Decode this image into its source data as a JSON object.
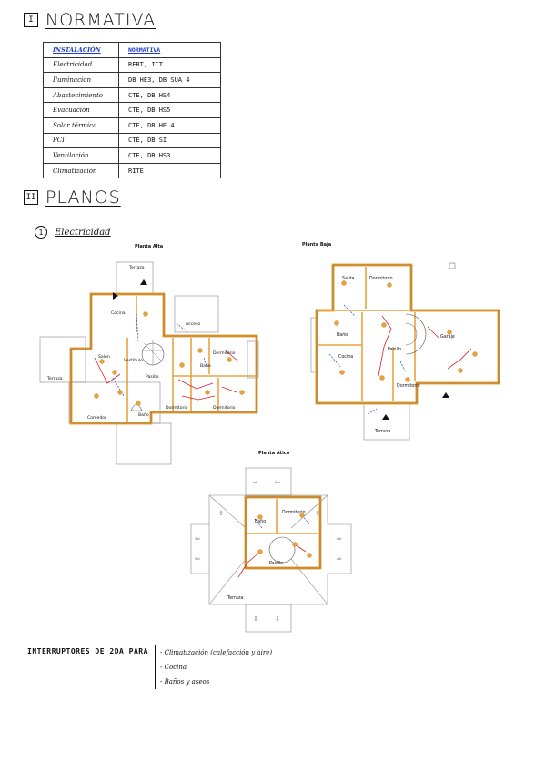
{
  "section1": {
    "numeral": "I",
    "title": "NORMATIVA"
  },
  "table": {
    "headers": [
      "INSTALACIÓN",
      "NORMATIVA"
    ],
    "rows": [
      [
        "Electricidad",
        "REBT, ICT"
      ],
      [
        "Iluminación",
        "DB HE3, DB SUA 4"
      ],
      [
        "Abastecimiento",
        "CTE, DB HS4"
      ],
      [
        "Evacuación",
        "CTE, DB HS5"
      ],
      [
        "Solar térmica",
        "CTE, DB HE 4"
      ],
      [
        "PCI",
        "CTE, DB SI"
      ],
      [
        "Ventilación",
        "CTE, DB HS3"
      ],
      [
        "Climatización",
        "RITE"
      ]
    ]
  },
  "section2": {
    "numeral": "II",
    "title": "PLANOS"
  },
  "subsection": {
    "number": "1",
    "title": "Electricidad"
  },
  "plans": {
    "alta": {
      "title": "Planta Alta",
      "rooms": [
        "Terraza",
        "Cocina",
        "Acceso",
        "Salón",
        "Vestíbulo",
        "Dormitorio",
        "Baño",
        "Pasillo",
        "Terraza",
        "Comedor",
        "Baño",
        "Dormitorio",
        "Dormitorio"
      ]
    },
    "baja": {
      "title": "Planta Baja",
      "rooms": [
        "Salita",
        "Dormitorio",
        "Baño",
        "Pasillo",
        "Garaje",
        "Cocina",
        "Dormitorio",
        "Terraza"
      ]
    },
    "atico": {
      "title": "Planta Ático",
      "rooms": [
        "Baño",
        "Dormitorio",
        "Pasillo",
        "Terraza"
      ]
    }
  },
  "notes": {
    "label": "INTERRUPTORES DE 2DA PARA",
    "items": [
      "- Climatización (calefacción y aire)",
      "- Cocina",
      "- Baños y aseos"
    ]
  },
  "colors": {
    "wall": "#e8a33d",
    "circuit_red": "#d8202a",
    "circuit_blue": "#2d5bd8",
    "header_text": "#1e3cc8"
  }
}
